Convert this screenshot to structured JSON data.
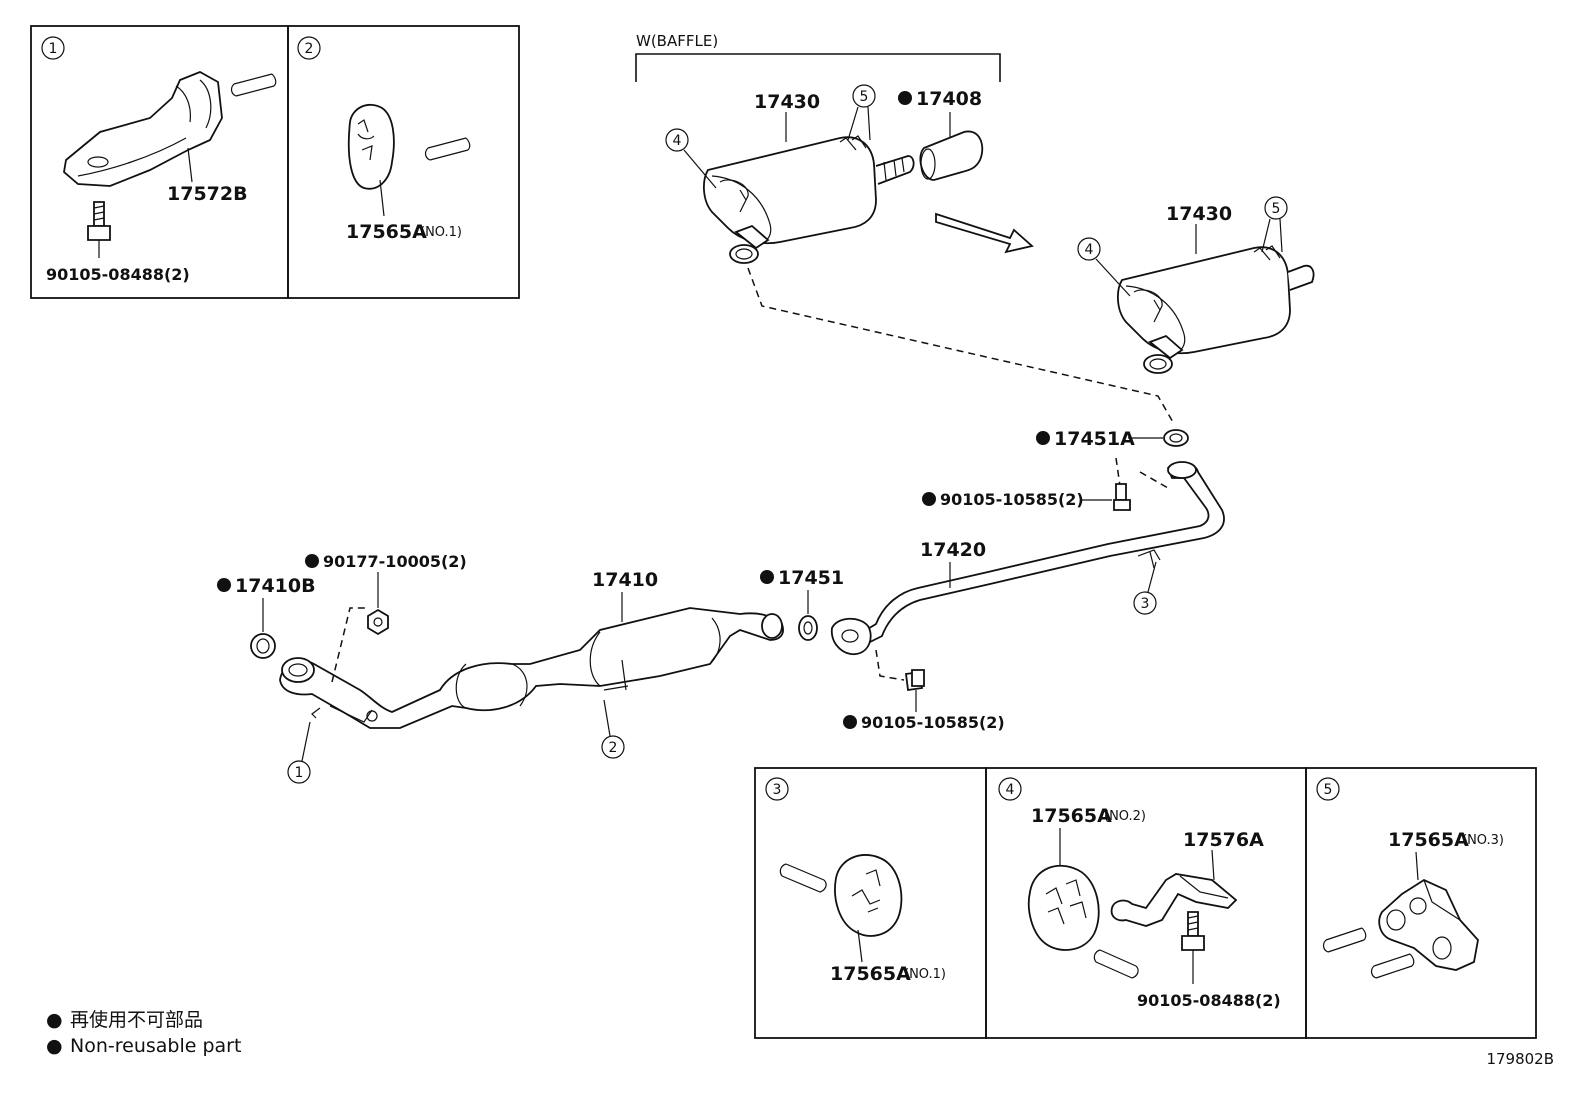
{
  "insets": {
    "top_left": [
      {
        "circle": "1",
        "part": "17572B",
        "bolt": "90105-08488(2)"
      },
      {
        "circle": "2",
        "part": "17565A",
        "note": "(NO.1)"
      }
    ],
    "bottom_right": [
      {
        "circle": "3",
        "part": "17565A",
        "note": "(NO.1)"
      },
      {
        "circle": "4",
        "part": "17565A",
        "note": "(NO.2)",
        "part2": "17576A",
        "bolt": "90105-08488(2)"
      },
      {
        "circle": "5",
        "part": "17565A",
        "note": "(NO.3)"
      }
    ]
  },
  "baffle_label": "W(BAFFLE)",
  "parts": {
    "muffler_top": "17430",
    "tail_pipe": "17408",
    "muffler_right": "17430",
    "gasket_tail": "17451A",
    "bolt_tail": "90105-10585(2)",
    "center_pipe": "17420",
    "front_pipe": "17410",
    "gasket_mid": "17451",
    "bolt_mid": "90105-10585(2)",
    "nut_front": "90177-10005(2)",
    "gasket_front": "17410B"
  },
  "callouts": {
    "c4_top": "4",
    "c5_top": "5",
    "c4_right": "4",
    "c5_right": "5",
    "c3_pipe": "3",
    "c1_pipe": "1",
    "c2_pipe": "2"
  },
  "legend": [
    {
      "marker": "●",
      "text": "再使用不可部品"
    },
    {
      "marker": "●",
      "text": "Non-reusable part"
    }
  ],
  "illustration_code": "179802B"
}
